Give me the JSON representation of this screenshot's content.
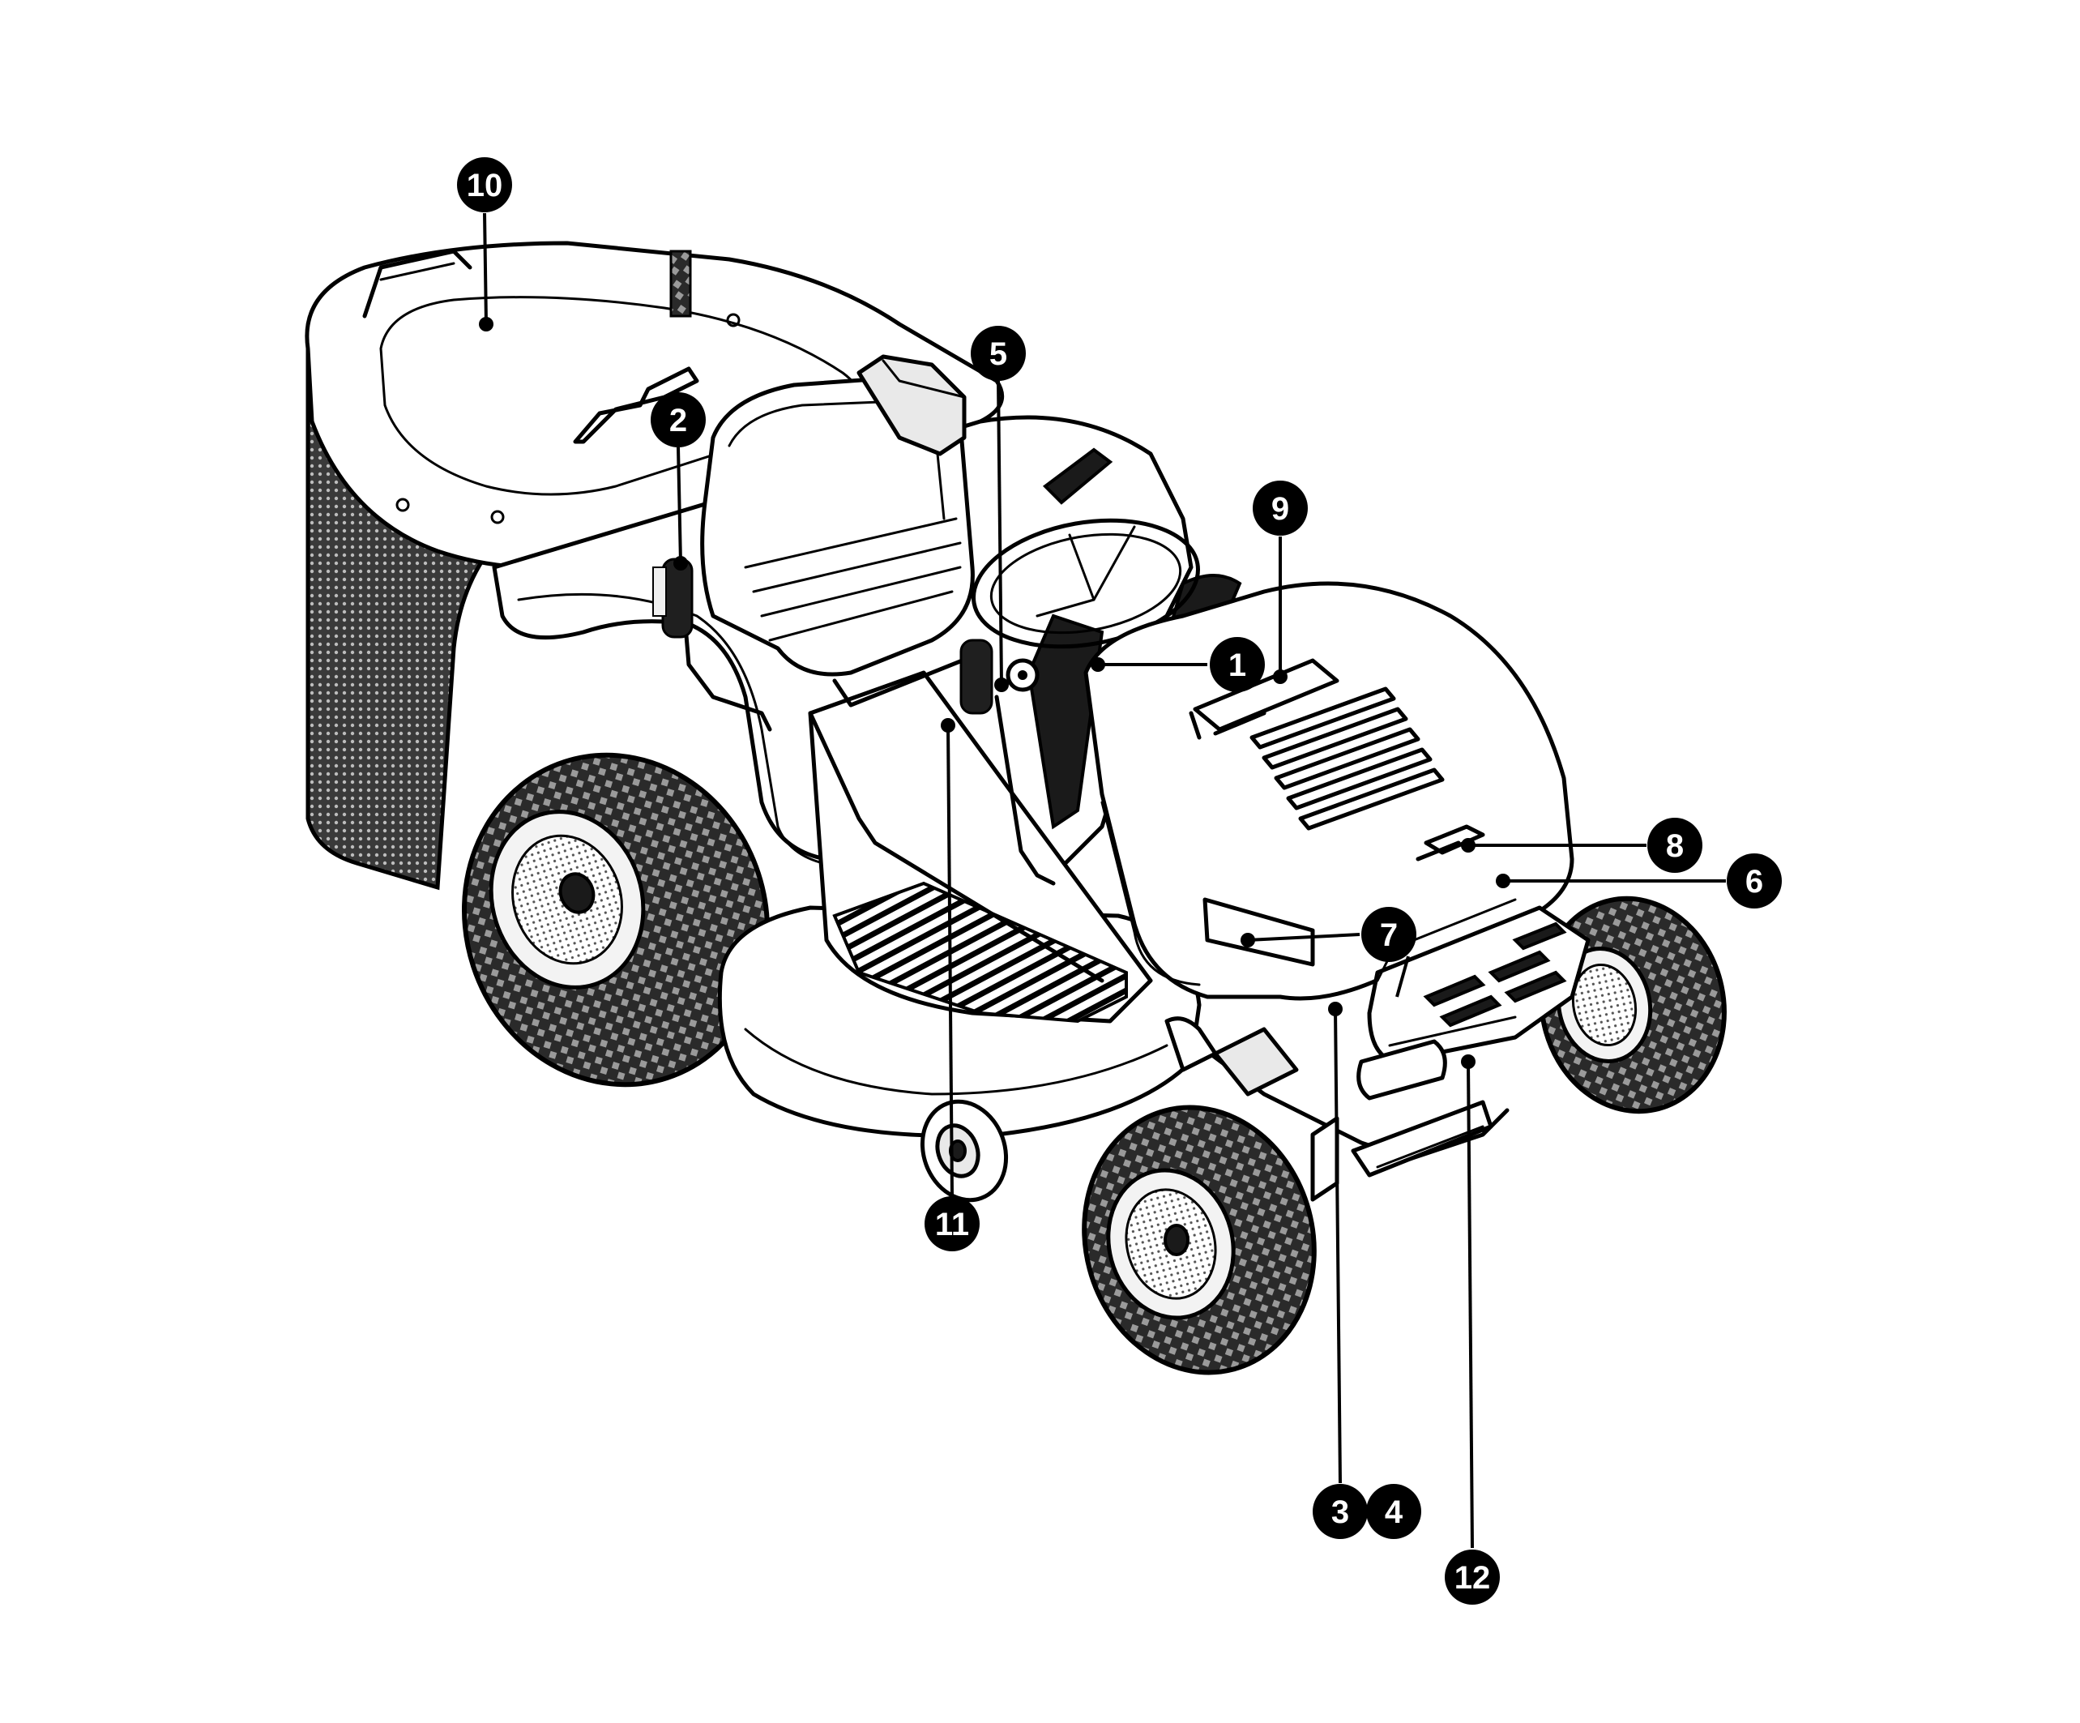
{
  "callouts": [
    {
      "id": "1",
      "label": "1"
    },
    {
      "id": "2",
      "label": "2"
    },
    {
      "id": "3",
      "label": "3"
    },
    {
      "id": "4",
      "label": "4"
    },
    {
      "id": "5",
      "label": "5"
    },
    {
      "id": "6",
      "label": "6"
    },
    {
      "id": "7",
      "label": "7"
    },
    {
      "id": "8",
      "label": "8"
    },
    {
      "id": "9",
      "label": "9"
    },
    {
      "id": "10",
      "label": "10"
    },
    {
      "id": "11",
      "label": "11"
    },
    {
      "id": "12",
      "label": "12"
    }
  ],
  "colors": {
    "line": "#000000",
    "background": "#ffffff",
    "callout_fill": "#000000",
    "callout_text": "#ffffff"
  }
}
